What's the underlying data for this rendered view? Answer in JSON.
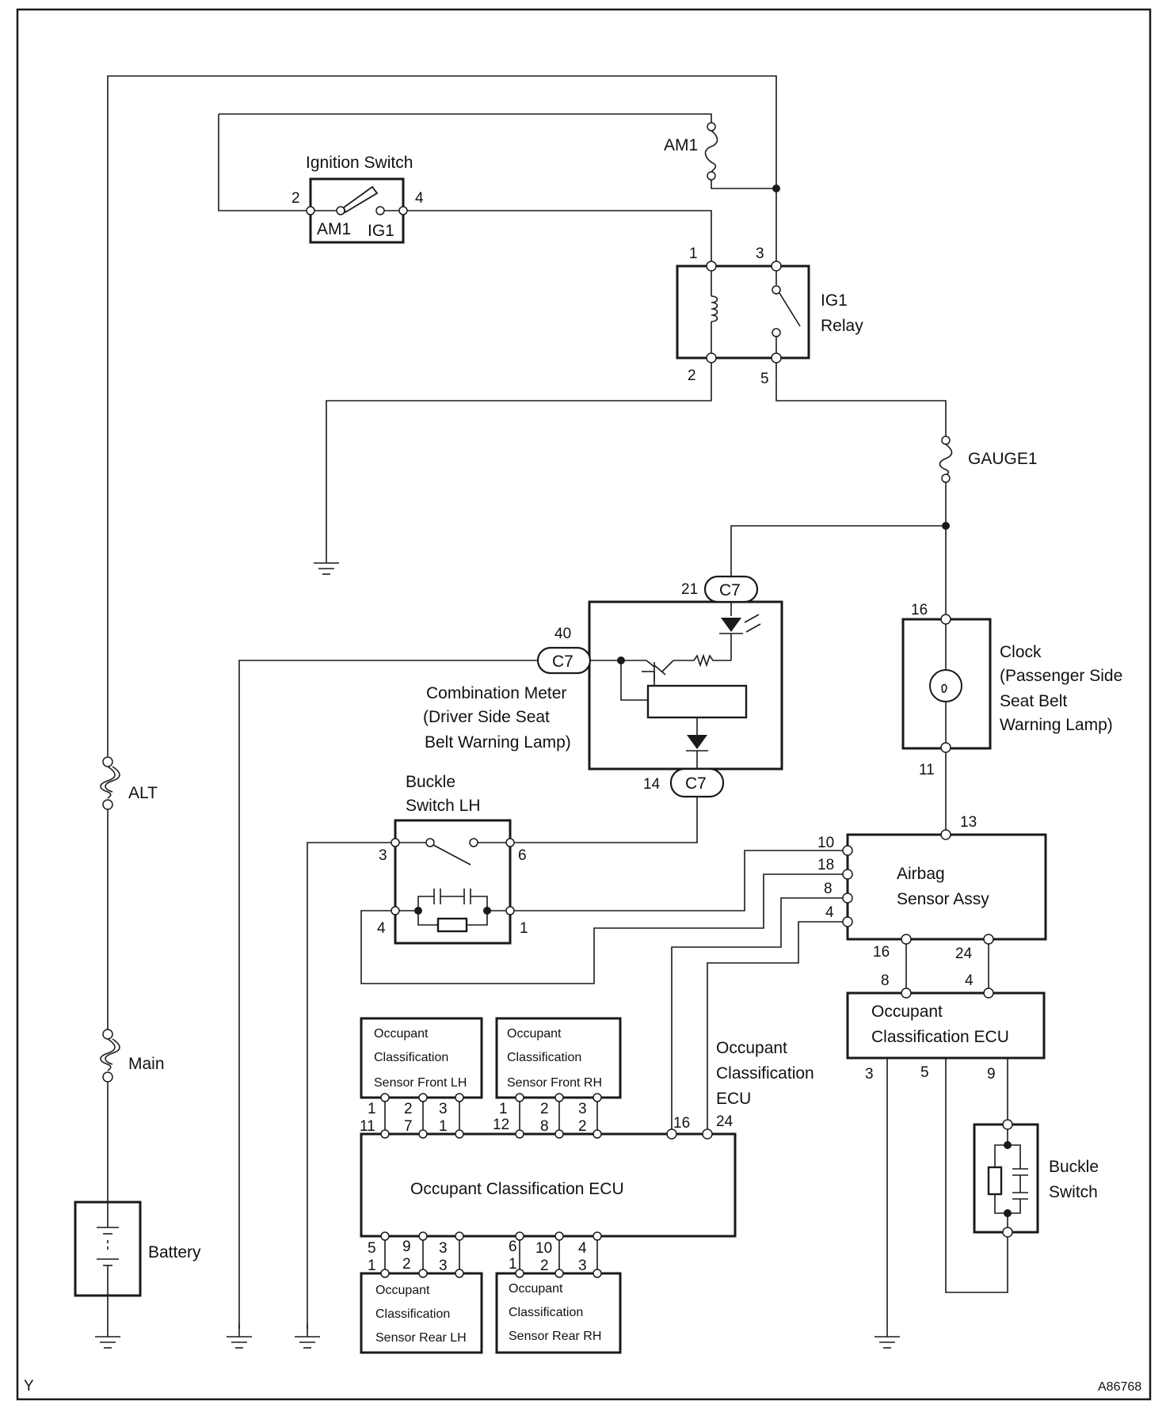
{
  "labels": {
    "ignition_switch": "Ignition Switch",
    "am1_terminal": "AM1",
    "ig1_terminal": "IG1",
    "am1_fuse": "AM1",
    "ig1_relay_1": "IG1",
    "ig1_relay_2": "Relay",
    "gauge1_fuse": "GAUGE1",
    "combination_meter_1": "Combination Meter",
    "combination_meter_2": "(Driver Side Seat",
    "combination_meter_3": "Belt Warning Lamp)",
    "clock_1": "Clock",
    "clock_2": "(Passenger Side",
    "clock_3": "Seat Belt",
    "clock_4": "Warning Lamp)",
    "buckle_switch_lh_1": "Buckle",
    "buckle_switch_lh_2": "Switch LH",
    "alt_fuse": "ALT",
    "main_fuse": "Main",
    "battery": "Battery",
    "airbag_1": "Airbag",
    "airbag_2": "Sensor Assy",
    "occ_ecu_right_1": "Occupant",
    "occ_ecu_right_2": "Classification ECU",
    "occ_ecu_note_1": "Occupant",
    "occ_ecu_note_2": "Classification",
    "occ_ecu_note_3": "ECU",
    "occ_ecu_main": "Occupant Classification ECU",
    "buckle_switch_1": "Buckle",
    "buckle_switch_2": "Switch",
    "sensor_front_lh": [
      "Occupant",
      "Classification",
      "Sensor Front LH"
    ],
    "sensor_front_rh": [
      "Occupant",
      "Classification",
      "Sensor Front RH"
    ],
    "sensor_rear_lh": [
      "Occupant",
      "Classification",
      "Sensor Rear LH"
    ],
    "sensor_rear_rh": [
      "Occupant",
      "Classification",
      "Sensor Rear RH"
    ],
    "connector_c7": "C7",
    "corner_left": "Y",
    "corner_right": "A86768"
  },
  "pins": {
    "ign_2": "2",
    "ign_4": "4",
    "relay_1": "1",
    "relay_3": "3",
    "relay_2": "2",
    "relay_5": "5",
    "meter_21": "21",
    "meter_40": "40",
    "meter_14": "14",
    "clock_16": "16",
    "clock_11": "11",
    "buckle_3": "3",
    "buckle_6": "6",
    "buckle_4": "4",
    "buckle_1": "1",
    "airbag_13": "13",
    "airbag_10": "10",
    "airbag_18": "18",
    "airbag_8": "8",
    "airbag_4": "4",
    "airbag_16": "16",
    "airbag_24": "24",
    "occr_8": "8",
    "occr_4": "4",
    "occr_3": "3",
    "occr_5": "5",
    "occr_9": "9",
    "fl_top": [
      "1",
      "2",
      "3"
    ],
    "fl_bot": [
      "11",
      "7",
      "1"
    ],
    "fr_top": [
      "1",
      "2",
      "3"
    ],
    "fr_bot": [
      "12",
      "8",
      "2"
    ],
    "ecu_16": "16",
    "ecu_24": "24",
    "rl_top": [
      "5",
      "9",
      "3"
    ],
    "rl_bot": [
      "1",
      "2",
      "3"
    ],
    "rr_top": [
      "6",
      "10",
      "4"
    ],
    "rr_bot": [
      "1",
      "2",
      "3"
    ]
  }
}
